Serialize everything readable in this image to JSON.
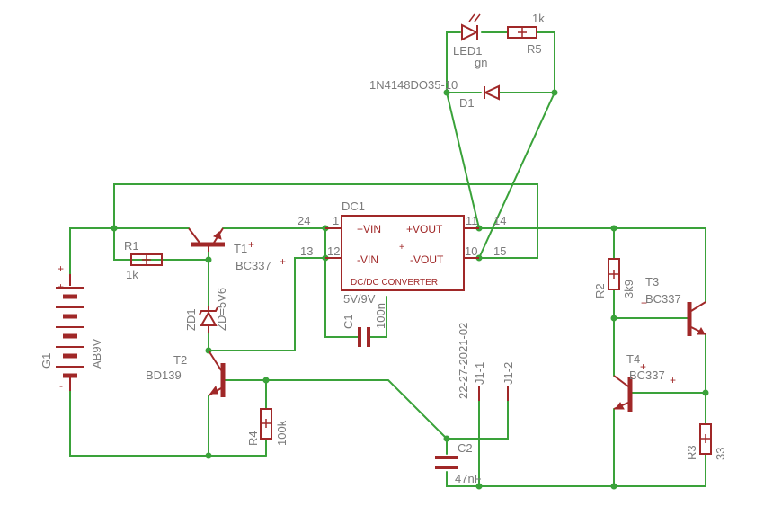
{
  "labels": {
    "dc1_name": "DC1",
    "dc1_vin_pos": "+VIN",
    "dc1_vout_pos": "+VOUT",
    "dc1_vin_neg": "-VIN",
    "dc1_vout_neg": "-VOUT",
    "dc1_title": "DC/DC CONVERTER",
    "dc1_value": "5V/9V",
    "pin_1": "1",
    "pin_12": "12",
    "pin_11": "11",
    "pin_10": "10",
    "net_24": "24",
    "net_13": "13",
    "net_14": "14",
    "net_15": "15",
    "r1_name": "R1",
    "r1_value": "1k",
    "t1_name": "T1",
    "t1_value": "BC337",
    "zd1_name": "ZD1",
    "zd1_value": "ZD=5V6",
    "t2_name": "T2",
    "t2_value": "BD139",
    "r4_name": "R4",
    "r4_value": "100k",
    "g1_name": "G1",
    "g1_value": "AB9V",
    "c1_name": "C1",
    "c1_value": "100n",
    "c2_name": "C2",
    "c2_value": "47nF",
    "j1_1": "J1-1",
    "j1_2": "J1-2",
    "date": "22-27-2021-02",
    "led1_name": "LED1",
    "led1_value": "gn",
    "r5_name": "R5",
    "r5_value": "1k",
    "d1_name": "D1",
    "d1_value": "1N4148DO35-10",
    "r2_name": "R2",
    "r2_value": "3k9",
    "t3_name": "T3",
    "t3_value": "BC337",
    "t4_name": "T4",
    "t4_value": "BC337",
    "r3_name": "R3",
    "r3_value": "33"
  },
  "colors": {
    "wire": "#3aa23a",
    "component": "#a02828",
    "label": "#7a7a7a"
  }
}
